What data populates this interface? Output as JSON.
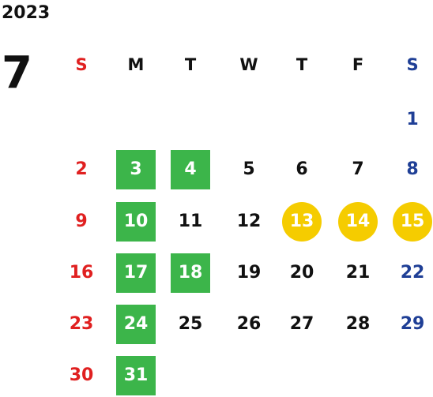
{
  "calendar": {
    "year": "2023",
    "month": "7",
    "weekdays": [
      "S",
      "M",
      "T",
      "W",
      "T",
      "F",
      "S"
    ],
    "weeks": [
      [
        null,
        null,
        null,
        null,
        null,
        null,
        {
          "day": "1"
        }
      ],
      [
        {
          "day": "2"
        },
        {
          "day": "3",
          "mark": "green"
        },
        {
          "day": "4",
          "mark": "green"
        },
        {
          "day": "5"
        },
        {
          "day": "6"
        },
        {
          "day": "7"
        },
        {
          "day": "8"
        }
      ],
      [
        {
          "day": "9"
        },
        {
          "day": "10",
          "mark": "green"
        },
        {
          "day": "11"
        },
        {
          "day": "12"
        },
        {
          "day": "13",
          "mark": "yellow"
        },
        {
          "day": "14",
          "mark": "yellow"
        },
        {
          "day": "15",
          "mark": "yellow"
        }
      ],
      [
        {
          "day": "16"
        },
        {
          "day": "17",
          "mark": "green"
        },
        {
          "day": "18",
          "mark": "green"
        },
        {
          "day": "19"
        },
        {
          "day": "20"
        },
        {
          "day": "21"
        },
        {
          "day": "22"
        }
      ],
      [
        {
          "day": "23"
        },
        {
          "day": "24",
          "mark": "green"
        },
        {
          "day": "25"
        },
        {
          "day": "26"
        },
        {
          "day": "27"
        },
        {
          "day": "28"
        },
        {
          "day": "29"
        }
      ],
      [
        {
          "day": "30"
        },
        {
          "day": "31",
          "mark": "green"
        },
        null,
        null,
        null,
        null,
        null
      ]
    ]
  },
  "colors": {
    "sunday": "#e02020",
    "saturday": "#1f3f96",
    "weekday": "#111111",
    "green_mark": "#3cb54a",
    "yellow_mark": "#f5cc00"
  }
}
